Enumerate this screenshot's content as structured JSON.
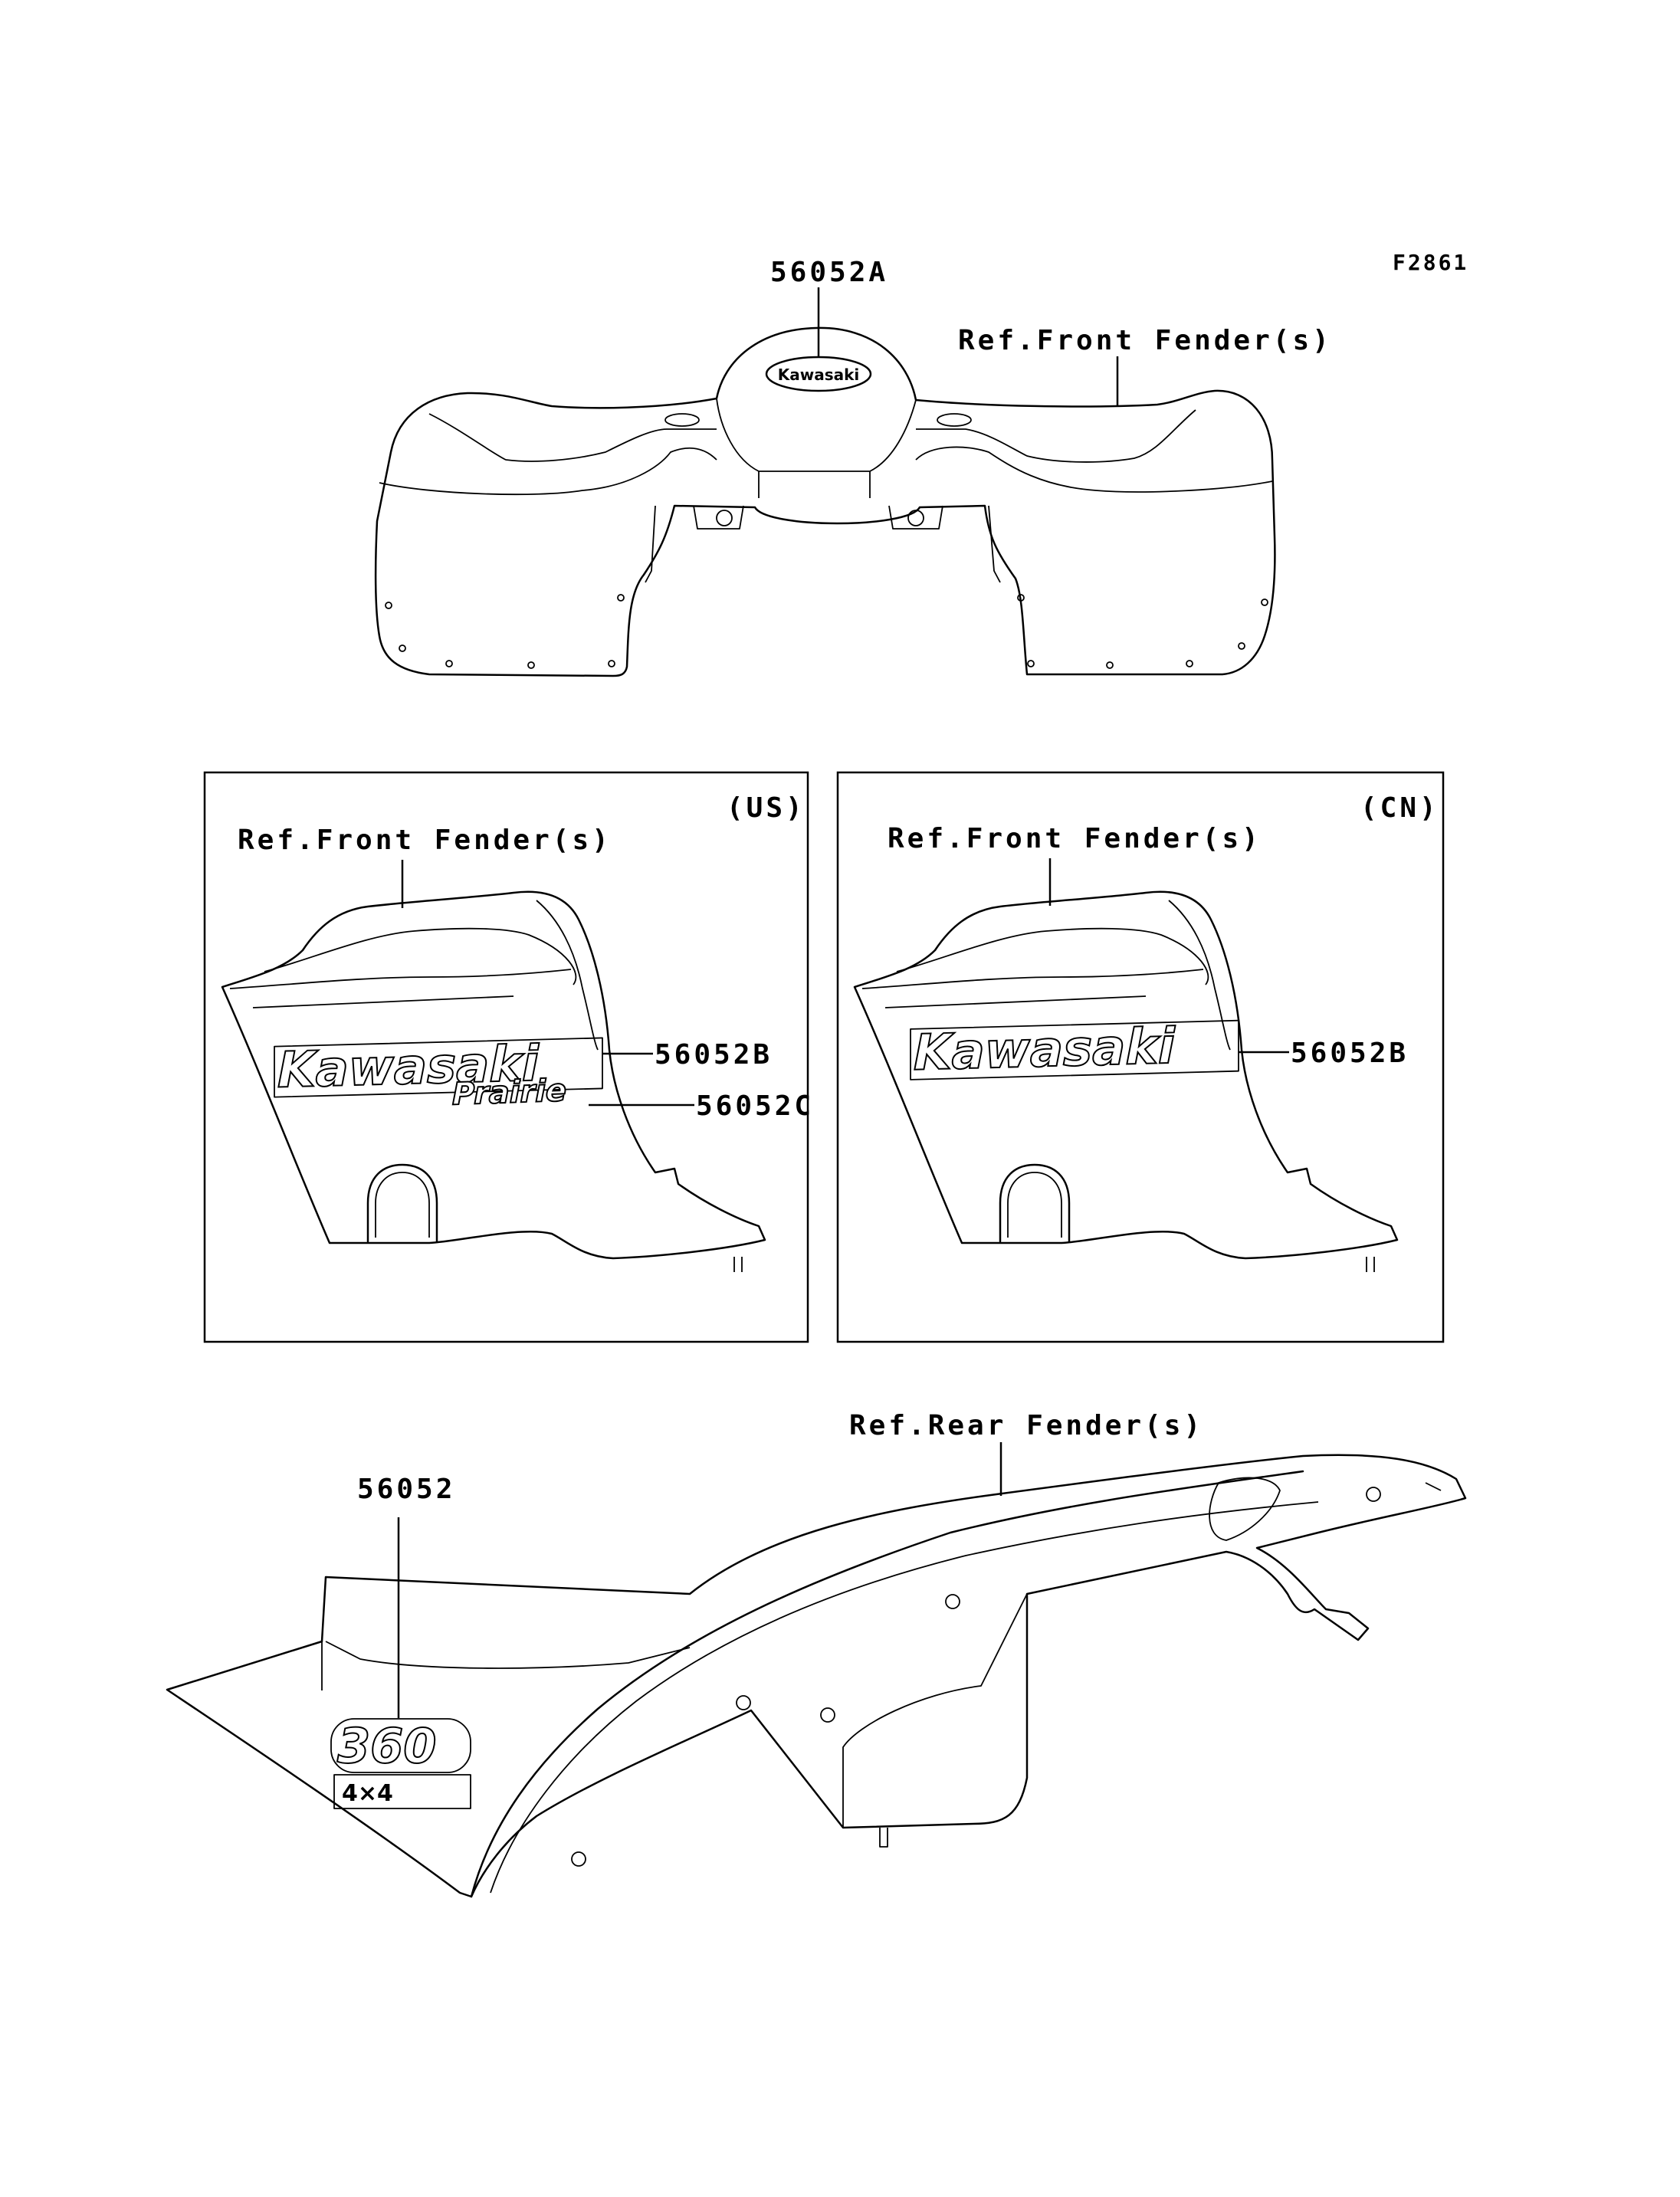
{
  "figure_code": "F2861",
  "top_view": {
    "part_label": "56052A",
    "ref_label": "Ref.Front Fender(s)",
    "emblem_text": "Kawasaki"
  },
  "panel_us": {
    "region": "(US)",
    "ref_label": "Ref.Front Fender(s)",
    "part_b": "56052B",
    "part_c": "56052C",
    "logo_text": "Kawasaki",
    "script_text": "Prairie"
  },
  "panel_cn": {
    "region": "(CN)",
    "ref_label": "Ref.Front Fender(s)",
    "part_b": "56052B",
    "logo_text": "Kawasaki"
  },
  "rear_view": {
    "part_label": "56052",
    "ref_label": "Ref.Rear Fender(s)",
    "badge_number": "360",
    "badge_sub": "4×4"
  }
}
